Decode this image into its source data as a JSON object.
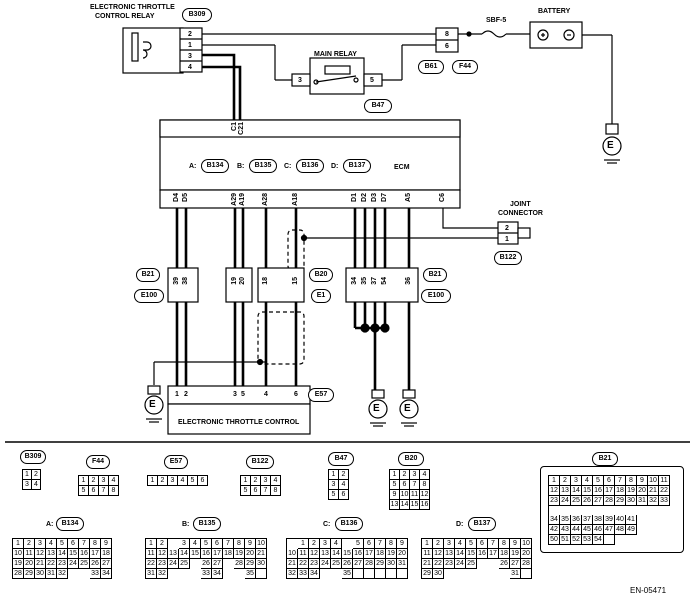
{
  "relay": {
    "title_line1": "ELECTRONIC THROTTLE",
    "title_line2": "CONTROL RELAY",
    "id": "B309",
    "pins": [
      "2",
      "1",
      "3",
      "4"
    ]
  },
  "main_relay": {
    "title": "MAIN RELAY",
    "id": "B47",
    "pin_left": "3",
    "pin_right": "5"
  },
  "fuse": {
    "label": "SBF-5"
  },
  "battery": {
    "label": "BATTERY"
  },
  "battery_conn": {
    "pins": [
      "8",
      "6"
    ],
    "ids": [
      "B61",
      "F44"
    ]
  },
  "ecm": {
    "label": "ECM",
    "top_pins": [
      "C1",
      "C21"
    ],
    "legend": [
      {
        "prefix": "A:",
        "id": "B134"
      },
      {
        "prefix": "B:",
        "id": "B135"
      },
      {
        "prefix": "C:",
        "id": "B136"
      },
      {
        "prefix": "D:",
        "id": "B137"
      }
    ],
    "bottom_pins": [
      "D4",
      "D5",
      "A29",
      "A19",
      "A28",
      "A18",
      "D1",
      "D2",
      "D3",
      "D7",
      "A5",
      "C6"
    ]
  },
  "joint": {
    "title_line1": "JOINT",
    "title_line2": "CONNECTOR",
    "id": "B122",
    "pins": [
      "2",
      "1"
    ]
  },
  "junctions": {
    "left": {
      "ids": [
        "B21",
        "E100"
      ],
      "pins": [
        "39",
        "38"
      ]
    },
    "mid": {
      "ids": [
        "B20",
        "E1"
      ],
      "pins": [
        "19",
        "20",
        "18",
        "15"
      ]
    },
    "right": {
      "ids": [
        "B21",
        "E100"
      ],
      "pins": [
        "34",
        "35",
        "37",
        "54",
        "36"
      ]
    }
  },
  "etc": {
    "title": "ELECTRONIC THROTTLE CONTROL",
    "id": "E57",
    "pins": [
      "1",
      "2",
      "3",
      "5",
      "4",
      "6"
    ]
  },
  "ground_label": "E",
  "connectors": {
    "b309": {
      "id": "B309",
      "cells": [
        "1",
        "2",
        "3",
        "4"
      ]
    },
    "f44": {
      "id": "F44",
      "cells": [
        "1",
        "2",
        "3",
        "4",
        "5",
        "6",
        "7",
        "8"
      ]
    },
    "e57": {
      "id": "E57",
      "cells": [
        "1",
        "2",
        "3",
        "4",
        "5",
        "6"
      ]
    },
    "b122": {
      "id": "B122",
      "cells": [
        "1",
        "2",
        "3",
        "4",
        "5",
        "6",
        "7",
        "8"
      ]
    },
    "b47": {
      "id": "B47",
      "cells": [
        "1",
        "2",
        "3",
        "4",
        "5",
        "6"
      ]
    },
    "b20": {
      "id": "B20",
      "cells": [
        "1",
        "2",
        "3",
        "4",
        "5",
        "6",
        "7",
        "8",
        "9",
        "10",
        "11",
        "12",
        "13",
        "14",
        "15",
        "16"
      ]
    },
    "b21": {
      "id": "B21",
      "cells": [
        "1",
        "2",
        "3",
        "4",
        "5",
        "6",
        "7",
        "8",
        "9",
        "10",
        "11",
        "12",
        "13",
        "14",
        "15",
        "16",
        "17",
        "18",
        "19",
        "20",
        "21",
        "22",
        "23",
        "24",
        "25",
        "26",
        "27",
        "28",
        "29",
        "30",
        "31",
        "32",
        "33",
        "34",
        "35",
        "36",
        "37",
        "38",
        "39",
        "40",
        "41",
        "42",
        "43",
        "44",
        "45",
        "46",
        "47",
        "48",
        "49",
        "50",
        "51",
        "52",
        "53",
        "54"
      ]
    },
    "b134": {
      "prefix": "A:",
      "id": "B134",
      "cells": [
        "1",
        "2",
        "3",
        "4",
        "5",
        "6",
        "7",
        "8",
        "9",
        "10",
        "11",
        "12",
        "13",
        "14",
        "15",
        "16",
        "17",
        "18",
        "19",
        "20",
        "21",
        "22",
        "23",
        "24",
        "25",
        "26",
        "27",
        "28",
        "29",
        "30",
        "31",
        "32",
        "33",
        "34"
      ]
    },
    "b135": {
      "prefix": "B:",
      "id": "B135",
      "cells": [
        "1",
        "2",
        "3",
        "4",
        "5",
        "6",
        "7",
        "8",
        "9",
        "10",
        "11",
        "12",
        "13",
        "14",
        "15",
        "16",
        "17",
        "18",
        "19",
        "20",
        "21",
        "22",
        "23",
        "24",
        "25",
        "26",
        "27",
        "28",
        "29",
        "30",
        "31",
        "32",
        "33",
        "34",
        "35"
      ]
    },
    "b136": {
      "prefix": "C:",
      "id": "B136",
      "cells": [
        "1",
        "2",
        "3",
        "4",
        "5",
        "6",
        "7",
        "8",
        "9",
        "10",
        "11",
        "12",
        "13",
        "14",
        "15",
        "16",
        "17",
        "18",
        "19",
        "20",
        "21",
        "22",
        "23",
        "24",
        "25",
        "26",
        "27",
        "28",
        "29",
        "30",
        "31",
        "32",
        "33",
        "34",
        "35"
      ]
    },
    "b137": {
      "prefix": "D:",
      "id": "B137",
      "cells": [
        "1",
        "2",
        "3",
        "4",
        "5",
        "6",
        "7",
        "8",
        "9",
        "10",
        "11",
        "12",
        "13",
        "14",
        "15",
        "16",
        "17",
        "18",
        "19",
        "20",
        "21",
        "22",
        "23",
        "24",
        "25",
        "26",
        "27",
        "28",
        "29",
        "30",
        "31"
      ]
    }
  },
  "figure_code": "EN-05471"
}
